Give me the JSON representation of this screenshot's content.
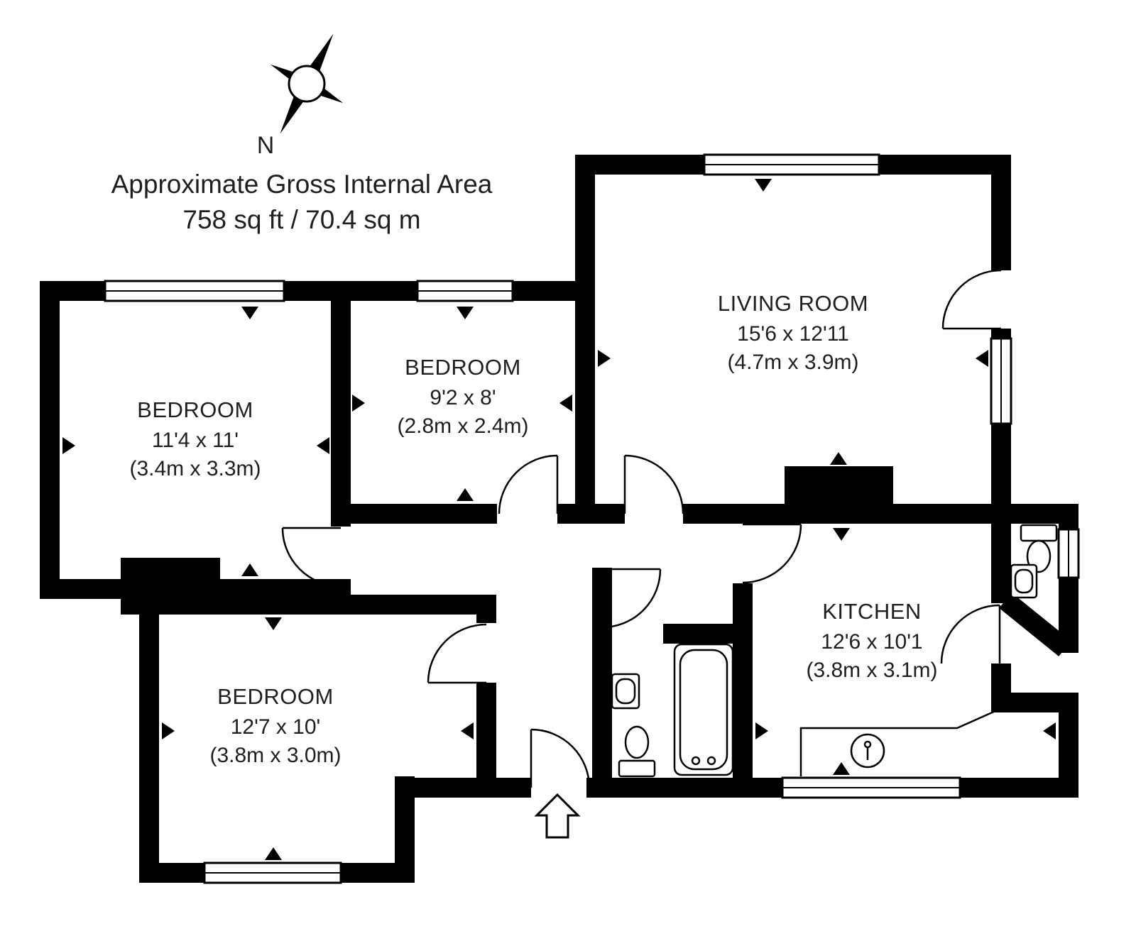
{
  "header": {
    "title_line1": "Approximate Gross Internal Area",
    "title_line2": "758 sq ft / 70.4 sq m"
  },
  "compass": {
    "north_label": "N"
  },
  "rooms": [
    {
      "id": "bedroom-left",
      "name": "BEDROOM",
      "imperial": "11'4 x 11'",
      "metric": "(3.4m x 3.3m)"
    },
    {
      "id": "bedroom-middle",
      "name": "BEDROOM",
      "imperial": "9'2 x 8'",
      "metric": "(2.8m x 2.4m)"
    },
    {
      "id": "living-room",
      "name": "LIVING ROOM",
      "imperial": "15'6 x 12'11",
      "metric": "(4.7m x 3.9m)"
    },
    {
      "id": "kitchen",
      "name": "KITCHEN",
      "imperial": "12'6 x 10'1",
      "metric": "(3.8m x 3.1m)"
    },
    {
      "id": "bedroom-bottom",
      "name": "BEDROOM",
      "imperial": "12'7 x 10'",
      "metric": "(3.8m x 3.0m)"
    }
  ],
  "colors": {
    "wall": "#000000",
    "text": "#1f1f1f",
    "background": "#ffffff"
  }
}
